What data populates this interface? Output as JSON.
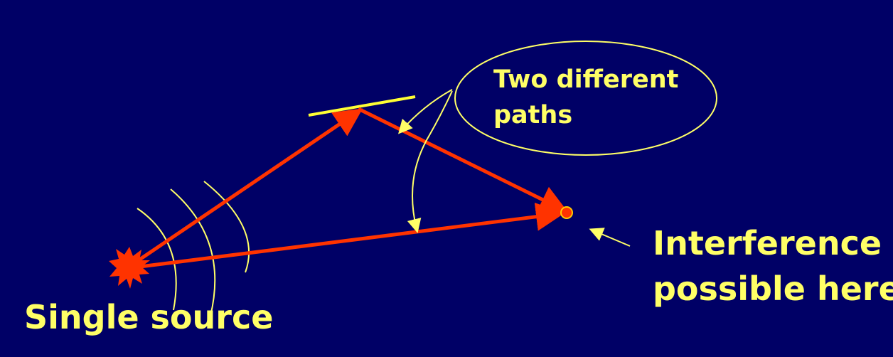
{
  "colors": {
    "background": "#000066",
    "text": "#ffff66",
    "ray": "#ff3300",
    "mirror": "#ffff33",
    "wavefront": "#ffff66",
    "source_burst": "#ff3300",
    "target_dot_fill": "#ff3300",
    "target_dot_stroke": "#ffcc00"
  },
  "icons": {
    "source": "starburst-icon",
    "target": "dot-icon"
  },
  "labels": {
    "bubble_line1": "Two different",
    "bubble_line2": "paths",
    "target_line1": "Interference",
    "target_line2": "possible here",
    "source": "Single source"
  }
}
